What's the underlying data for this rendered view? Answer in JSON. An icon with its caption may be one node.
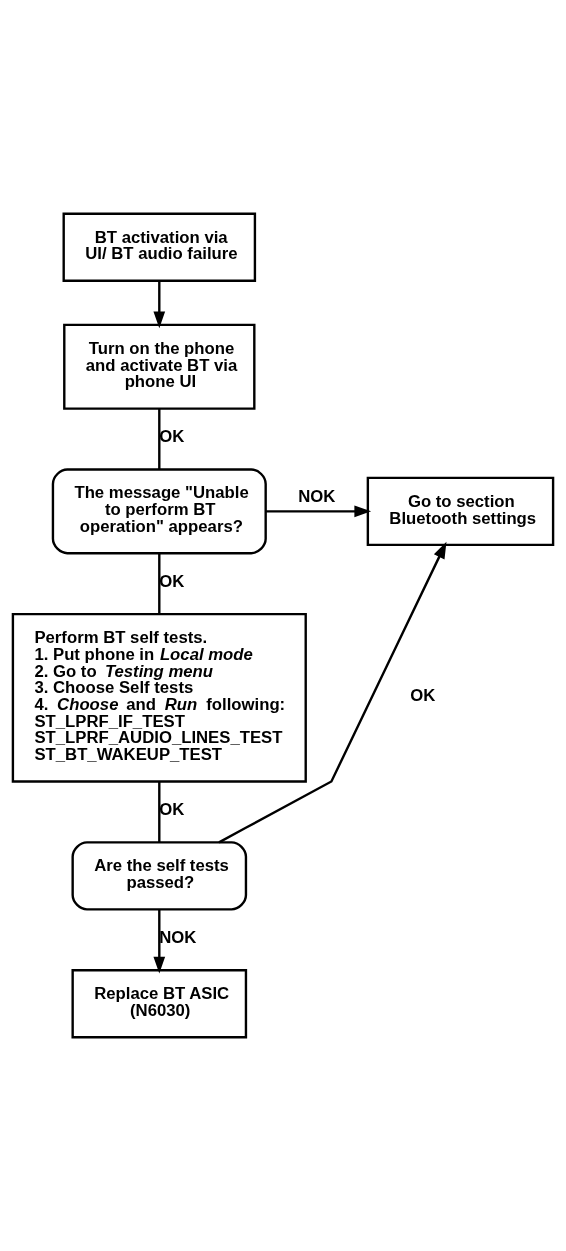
{
  "diagram": {
    "nodes": [
      {
        "text": [
          "BT activation via UI/ BT audio failure"
        ]
      },
      {
        "text": [
          "Turn on the phone and activate BT via phone UI"
        ]
      },
      {
        "text": [
          "The message \"Unable to perform BT operation\" appears?"
        ]
      },
      {
        "text": [
          "Go to section Bluetooth settings"
        ]
      },
      {
        "text": [
          "Perform BT self tests.",
          "1. Put phone in *Local mode*",
          "2. Go to *Testing menu*",
          "3. Choose Self tests",
          "4. *Choose* and *Run* following: ST_LPRF_IF_TEST ST_LPRF_AUDIO_LINES_TEST ST_BT_WAKEUP_TEST"
        ]
      },
      {
        "text": [
          "Are the self tests passed?"
        ]
      },
      {
        "text": [
          "Replace BT ASIC (N6030)"
        ]
      }
    ],
    "edges": [
      {
        "from": 0,
        "to": 1,
        "arrow": "to"
      },
      {
        "from": 1,
        "to": 2,
        "arrow": "none",
        "label": "OK"
      },
      {
        "from": 2,
        "to": 3,
        "arrow": "to",
        "label": "NOK"
      },
      {
        "from": 2,
        "to": 4,
        "arrow": "none",
        "label": "OK"
      },
      {
        "from": 4,
        "to": 5,
        "arrow": "none",
        "label": "OK"
      },
      {
        "from": 5,
        "to": 3,
        "arrow": "to",
        "label": "OK"
      },
      {
        "from": 5,
        "to": 6,
        "arrow": "to",
        "label": "NOK"
      }
    ]
  }
}
